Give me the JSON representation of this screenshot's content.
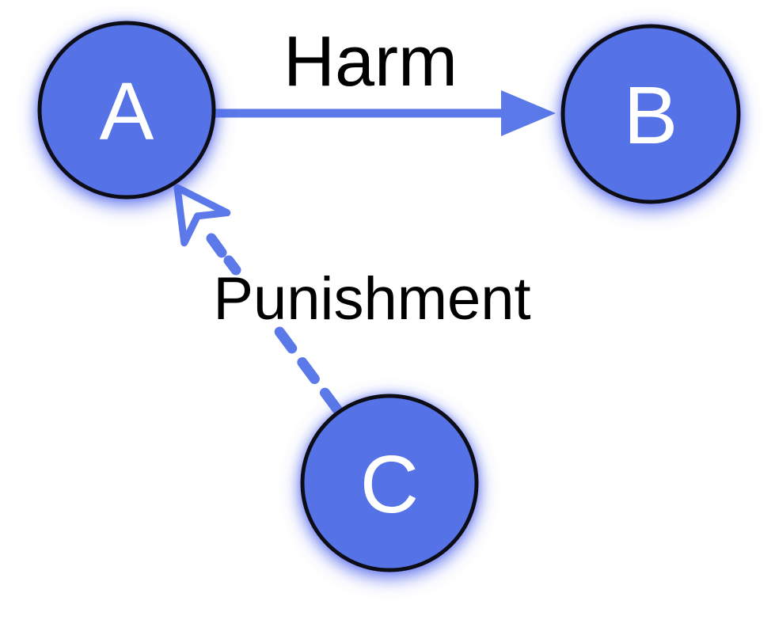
{
  "diagram": {
    "background_color": "#ffffff",
    "colors": {
      "node_fill": "#5573e6",
      "node_border": "#0b0b15",
      "node_text": "#ffffff",
      "edge_blue": "#5b79e8",
      "edge_label_text": "#000000",
      "glow": "#4c61ea"
    },
    "nodes": [
      {
        "id": "A",
        "label": "A"
      },
      {
        "id": "B",
        "label": "B"
      },
      {
        "id": "C",
        "label": "C"
      }
    ],
    "edges": [
      {
        "from": "A",
        "to": "B",
        "label": "Harm",
        "line_style": "solid",
        "arrowhead": "filled-triangle"
      },
      {
        "from": "C",
        "to": "A",
        "label": "Punishment",
        "line_style": "dashed",
        "arrowhead": "open-barb"
      }
    ]
  }
}
